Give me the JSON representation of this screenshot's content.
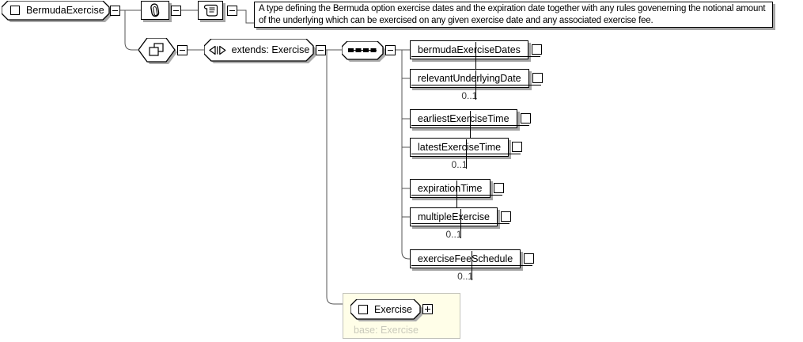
{
  "root": {
    "label": "BermudaExercise"
  },
  "documentation": {
    "text": "A type defining the Bermuda option exercise dates and the expiration date together with any rules govenerning the notional amount of the underlying which can be exercised on any given exercise date and any associated exercise fee."
  },
  "derivation": {
    "label": "extends: Exercise"
  },
  "children": [
    {
      "label": "bermudaExerciseDates",
      "cardinality": ""
    },
    {
      "label": "relevantUnderlyingDate",
      "cardinality": "0..1"
    },
    {
      "label": "earliestExerciseTime",
      "cardinality": ""
    },
    {
      "label": "latestExerciseTime",
      "cardinality": "0..1"
    },
    {
      "label": "expirationTime",
      "cardinality": ""
    },
    {
      "label": "multipleExercise",
      "cardinality": "0..1"
    },
    {
      "label": "exerciseFeeSchedule",
      "cardinality": "0..1"
    }
  ],
  "base_group": {
    "element_label": "Exercise",
    "caption": "base: Exercise"
  },
  "icons": {
    "element-icon": "hollow-square",
    "annotation-icon": "paperclip",
    "documentation-icon": "scroll",
    "derivation-icon": "overlapping-squares",
    "extension-icon": "left-right-triangles",
    "sequence-icon": "dotted-line",
    "collapse-icon": "minus",
    "expand-icon": "plus"
  },
  "colors": {
    "group_bg": "#FFFEE8",
    "group_border": "#C2C2BA",
    "muted_text": "#C9C9BB",
    "shadow": "#A6A6A6",
    "line": "#555555",
    "node_border": "#000000"
  }
}
